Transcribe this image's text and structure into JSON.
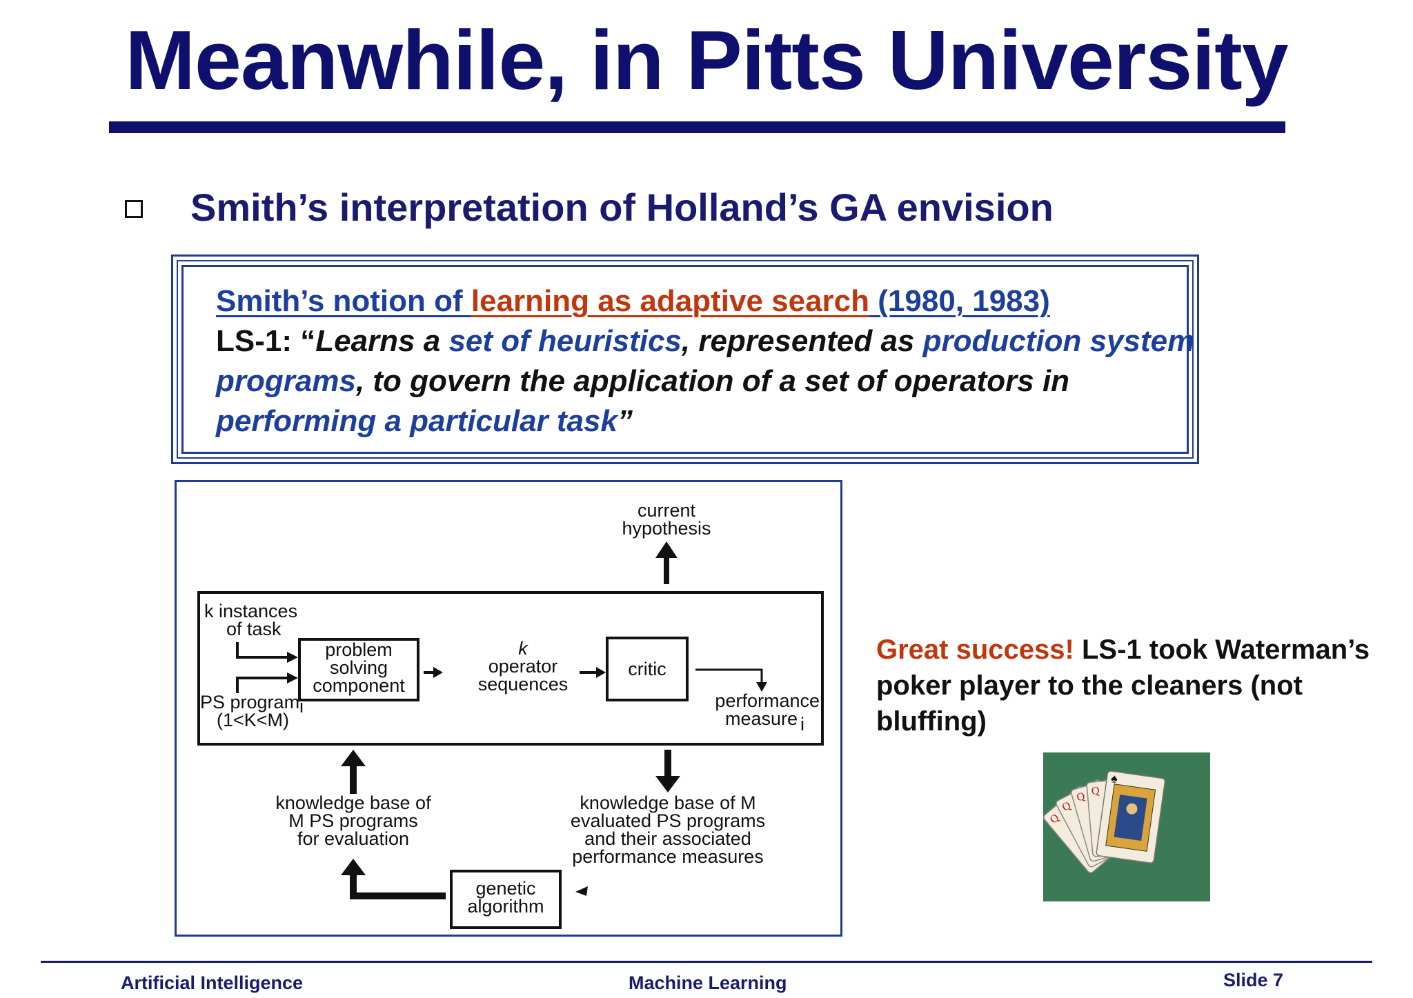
{
  "title": "Meanwhile, in Pitts University",
  "bullet": {
    "text": "Smith’s interpretation of Holland’s GA envision"
  },
  "quote": {
    "line1_a": "Smith’s notion of ",
    "line1_b": "learning as adaptive search",
    "line1_c": " (1980, 1983)",
    "ls1_prefix": "LS-1: “",
    "q1": "Learns a ",
    "q2": "set of heuristics",
    "q3": ", represented as ",
    "q4": "production system programs",
    "q5": ", to govern the application of a set of operators in ",
    "q6": "performing a particular task",
    "q7": "”"
  },
  "diagram": {
    "current_hypothesis": [
      "current",
      "hypothesis"
    ],
    "k_instances": [
      "k instances",
      "of task"
    ],
    "problem_solving": [
      "problem",
      "solving",
      "component"
    ],
    "operator_sequences": [
      "k",
      "operator",
      "sequences"
    ],
    "critic": "critic",
    "ps_program": [
      "PS program",
      "(1<K<M)"
    ],
    "ps_program_sub": "i",
    "performance_measure": [
      "performance",
      "measure"
    ],
    "performance_sub": "i",
    "kb_eval": [
      "knowledge base of",
      "M PS programs",
      "for evaluation"
    ],
    "kb_evaluated": [
      "knowledge base of M",
      "evaluated PS programs",
      "and their associated",
      "performance measures"
    ],
    "genetic_algorithm": [
      "genetic",
      "algorithm"
    ]
  },
  "success": {
    "great": "Great success!",
    "rest": " LS-1 took Waterman’s poker player to the cleaners (not bluffing)"
  },
  "footer": {
    "left": "Artificial Intelligence",
    "center": "Machine Learning",
    "right": "Slide 7"
  },
  "colors": {
    "title": "#0f0f6e",
    "accent_blue": "#1c3f9e",
    "accent_orange": "#c0360d",
    "card_table": "#3b7a55"
  },
  "icons": [
    "hollow-square-bullet-icon",
    "playing-cards-icon"
  ]
}
